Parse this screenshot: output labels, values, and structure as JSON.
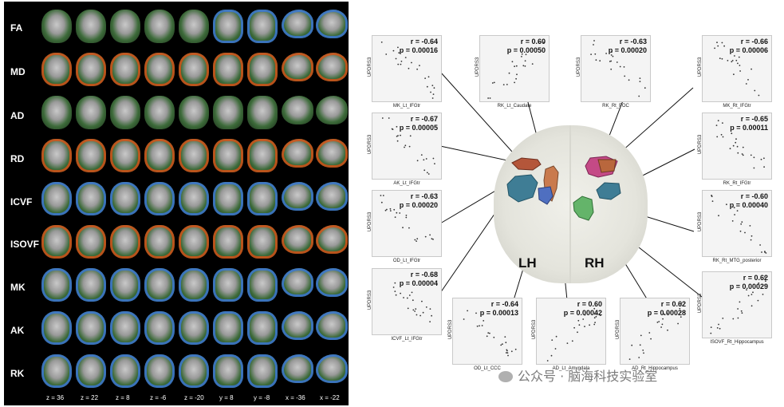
{
  "left_panel": {
    "rows": [
      "FA",
      "MD",
      "AD",
      "RD",
      "ICVF",
      "ISOVF",
      "MK",
      "AK",
      "RK"
    ],
    "coords": [
      "z = 36",
      "z = 22",
      "z = 8",
      "z = -6",
      "z = -20",
      "y = 8",
      "y = -8",
      "x = -36",
      "x = -22"
    ]
  },
  "plots": [
    {
      "r": "r = -0.64",
      "p": "p = 0.00016",
      "xlabel": "MK_Lt_IFGtr",
      "ylabel": "UPDRS3"
    },
    {
      "r": "r = 0.60",
      "p": "p = 0.00050",
      "xlabel": "RK_Lt_Caudate",
      "ylabel": "UPDRS3"
    },
    {
      "r": "r = -0.63",
      "p": "p = 0.00020",
      "xlabel": "RK_Rt_FOC",
      "ylabel": "UPDRS3"
    },
    {
      "r": "r = -0.66",
      "p": "p = 0.00006",
      "xlabel": "MK_Rt_IFGtr",
      "ylabel": "UPDRS3"
    },
    {
      "r": "r = -0.67",
      "p": "p = 0.00005",
      "xlabel": "AK_Lt_IFGtr",
      "ylabel": "UPDRS3"
    },
    {
      "r": "r = -0.65",
      "p": "p = 0.00011",
      "xlabel": "RK_Rt_IFGtr",
      "ylabel": "UPDRS3"
    },
    {
      "r": "r = -0.63",
      "p": "p = 0.00020",
      "xlabel": "OD_Lt_IFGtr",
      "ylabel": "UPDRS3"
    },
    {
      "r": "r = -0.60",
      "p": "p = 0.00040",
      "xlabel": "RK_Rt_MTG_posterior",
      "ylabel": "UPDRS3"
    },
    {
      "r": "r = -0.68",
      "p": "p = 0.00004",
      "xlabel": "ICVF_Lt_IFGtr",
      "ylabel": "UPDRS3"
    },
    {
      "r": "r = -0.64",
      "p": "p = 0.00013",
      "xlabel": "OD_Lt_CCC",
      "ylabel": "UPDRS3"
    },
    {
      "r": "r = 0.60",
      "p": "p = 0.00042",
      "xlabel": "AD_Lt_Amygdala",
      "ylabel": "UPDRS3"
    },
    {
      "r": "r = 0.62",
      "p": "p = 0.00028",
      "xlabel": "AD_Rt_Hippocampus",
      "ylabel": "UPDRS3"
    },
    {
      "r": "r = 0.62",
      "p": "p = 0.00029",
      "xlabel": "ISOVF_Rt_Hippocampus",
      "ylabel": "UPDRS3"
    }
  ],
  "brain": {
    "left_label": "LH",
    "right_label": "RH"
  },
  "watermark": "公众号 · 脑海科技实验室",
  "colors": {
    "decrease": "#3c78dc",
    "increase": "#e6501a",
    "background": "#000000"
  }
}
